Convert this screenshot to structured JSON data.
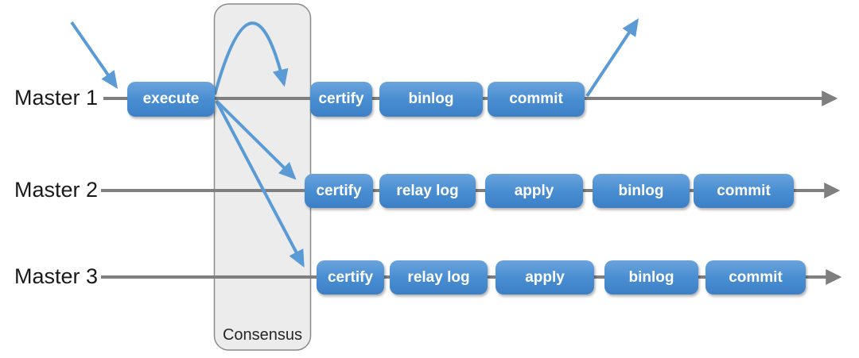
{
  "diagram": {
    "consensus_label": "Consensus",
    "rows": [
      {
        "label": "Master 1",
        "boxes": [
          "execute",
          "certify",
          "binlog",
          "commit"
        ]
      },
      {
        "label": "Master 2",
        "boxes": [
          "certify",
          "relay log",
          "apply",
          "binlog",
          "commit"
        ]
      },
      {
        "label": "Master 3",
        "boxes": [
          "certify",
          "relay log",
          "apply",
          "binlog",
          "commit"
        ]
      }
    ],
    "colors": {
      "box_blue_top": "#6aa4dc",
      "box_blue_bottom": "#3c7fc5",
      "arrow_blue": "#5b9bd5",
      "timeline_gray": "#7f7f7f",
      "consensus_fill": "#ececec",
      "consensus_border": "#8a8a8a",
      "label_text": "#1a1a1a",
      "box_text": "#ffffff"
    }
  }
}
